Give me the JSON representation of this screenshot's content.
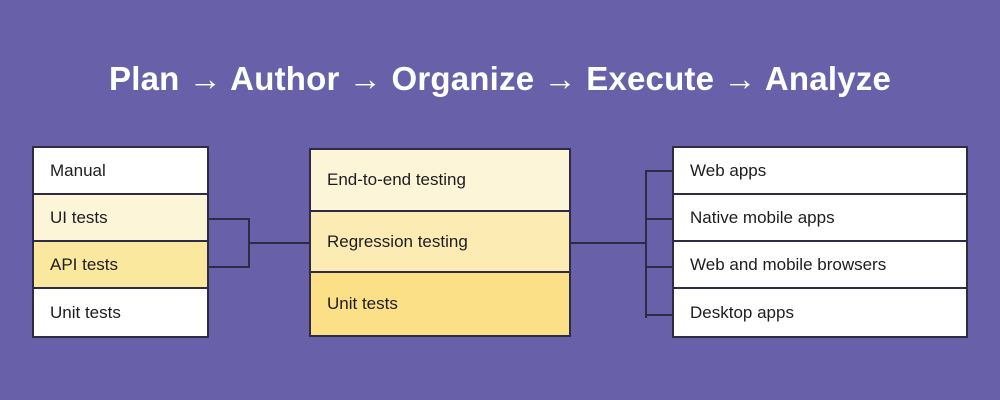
{
  "title": "Plan → Author → Organize → Execute → Analyze",
  "colors": {
    "background": "#6861a9",
    "border": "#2f2b45",
    "text": "#1d1d1f",
    "title_text": "#ffffff",
    "white": "#ffffff",
    "cream_light": "#fdf5d8",
    "cream_mid": "#fcecb3",
    "yellow_mid": "#fbe89f",
    "yellow_dark": "#fbe088"
  },
  "columns": {
    "practices": {
      "name": "testing-practices",
      "rows": [
        {
          "label": "Manual",
          "fill": "#ffffff"
        },
        {
          "label": "UI tests",
          "fill": "#fdf5d8"
        },
        {
          "label": "API tests",
          "fill": "#fbe89f"
        },
        {
          "label": "Unit tests",
          "fill": "#ffffff"
        }
      ]
    },
    "test_types": {
      "name": "test-types",
      "rows": [
        {
          "label": "End-to-end testing",
          "fill": "#fdf5d8"
        },
        {
          "label": "Regression testing",
          "fill": "#fcecb3"
        },
        {
          "label": "Unit tests",
          "fill": "#fbe088"
        }
      ]
    },
    "targets": {
      "name": "application-targets",
      "rows": [
        {
          "label": "Web apps",
          "fill": "#ffffff"
        },
        {
          "label": "Native mobile apps",
          "fill": "#ffffff"
        },
        {
          "label": "Web and mobile browsers",
          "fill": "#ffffff"
        },
        {
          "label": "Desktop apps",
          "fill": "#ffffff"
        }
      ]
    }
  },
  "connectors": [
    {
      "name": "practices-to-test-types",
      "from": [
        "UI tests",
        "API tests"
      ],
      "to": [
        "Regression testing"
      ]
    },
    {
      "name": "test-types-to-targets",
      "from": [
        "Regression testing"
      ],
      "to": [
        "Web apps",
        "Native mobile apps",
        "Web and mobile browsers",
        "Desktop apps"
      ]
    }
  ]
}
